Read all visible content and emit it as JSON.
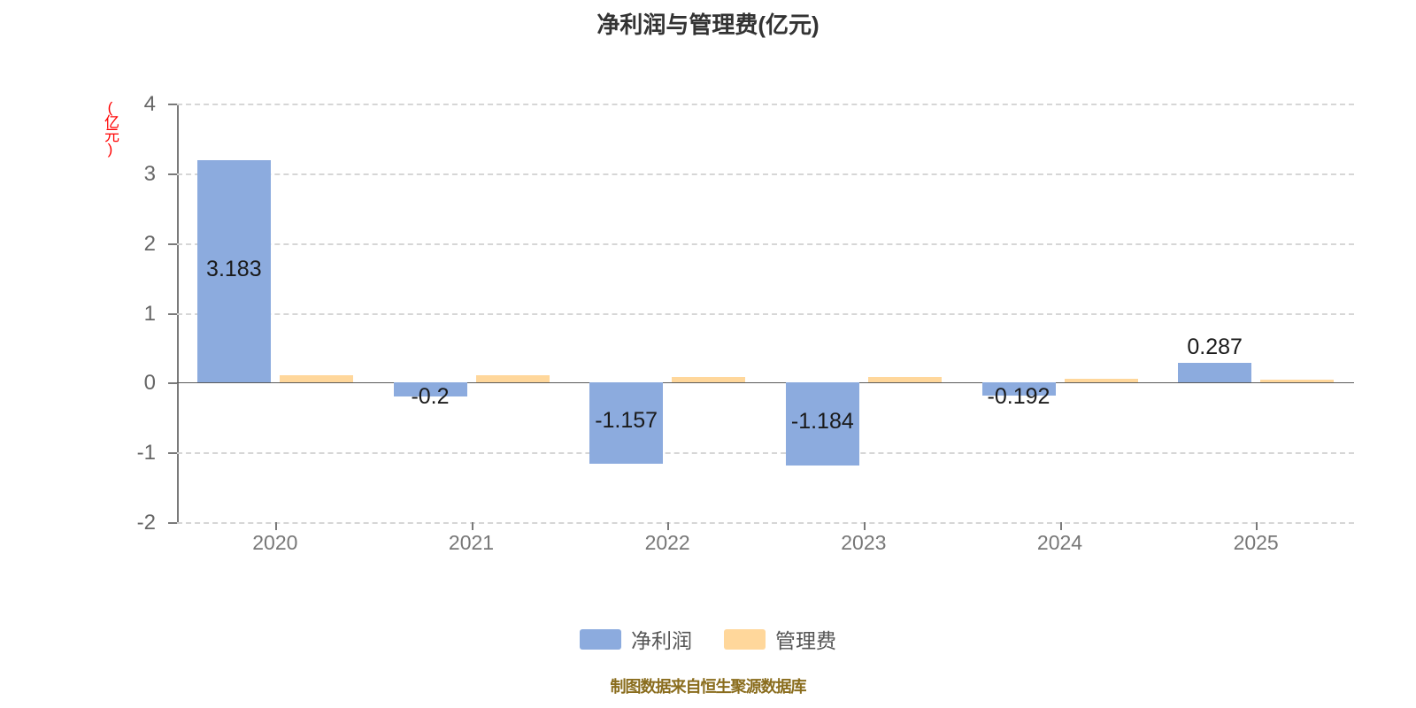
{
  "chart_data": {
    "type": "bar",
    "title": "净利润与管理费(亿元)",
    "xlabel": "",
    "ylabel": "(亿元)",
    "categories": [
      "2020",
      "2021",
      "2022",
      "2023",
      "2024",
      "2025"
    ],
    "ylim": [
      -2,
      4
    ],
    "yticks": [
      "4",
      "3",
      "2",
      "1",
      "0",
      "-1",
      "-2"
    ],
    "grid": true,
    "legend_position": "bottom",
    "series": [
      {
        "name": "净利润",
        "color": "#8cabde",
        "values": [
          3.183,
          -0.2,
          -1.157,
          -1.184,
          -0.192,
          0.287
        ],
        "labels": [
          "3.183",
          "-0.2",
          "-1.157",
          "-1.184",
          "-0.192",
          "0.287"
        ]
      },
      {
        "name": "管理费",
        "color": "#ffd79b",
        "values": [
          0.105,
          0.105,
          0.085,
          0.075,
          0.05,
          0.04
        ],
        "labels": [
          "",
          "",
          "",
          "",
          "",
          ""
        ]
      }
    ],
    "source_note": "制图数据来自恒生聚源数据库"
  },
  "colors": {
    "profit": "#8cabde",
    "expense": "#ffd79b",
    "axis": "#7a7a7a",
    "grid": "#d6d6d6",
    "title": "#333333",
    "ylabel": "#ff0000",
    "note": "#8a6d1e"
  }
}
